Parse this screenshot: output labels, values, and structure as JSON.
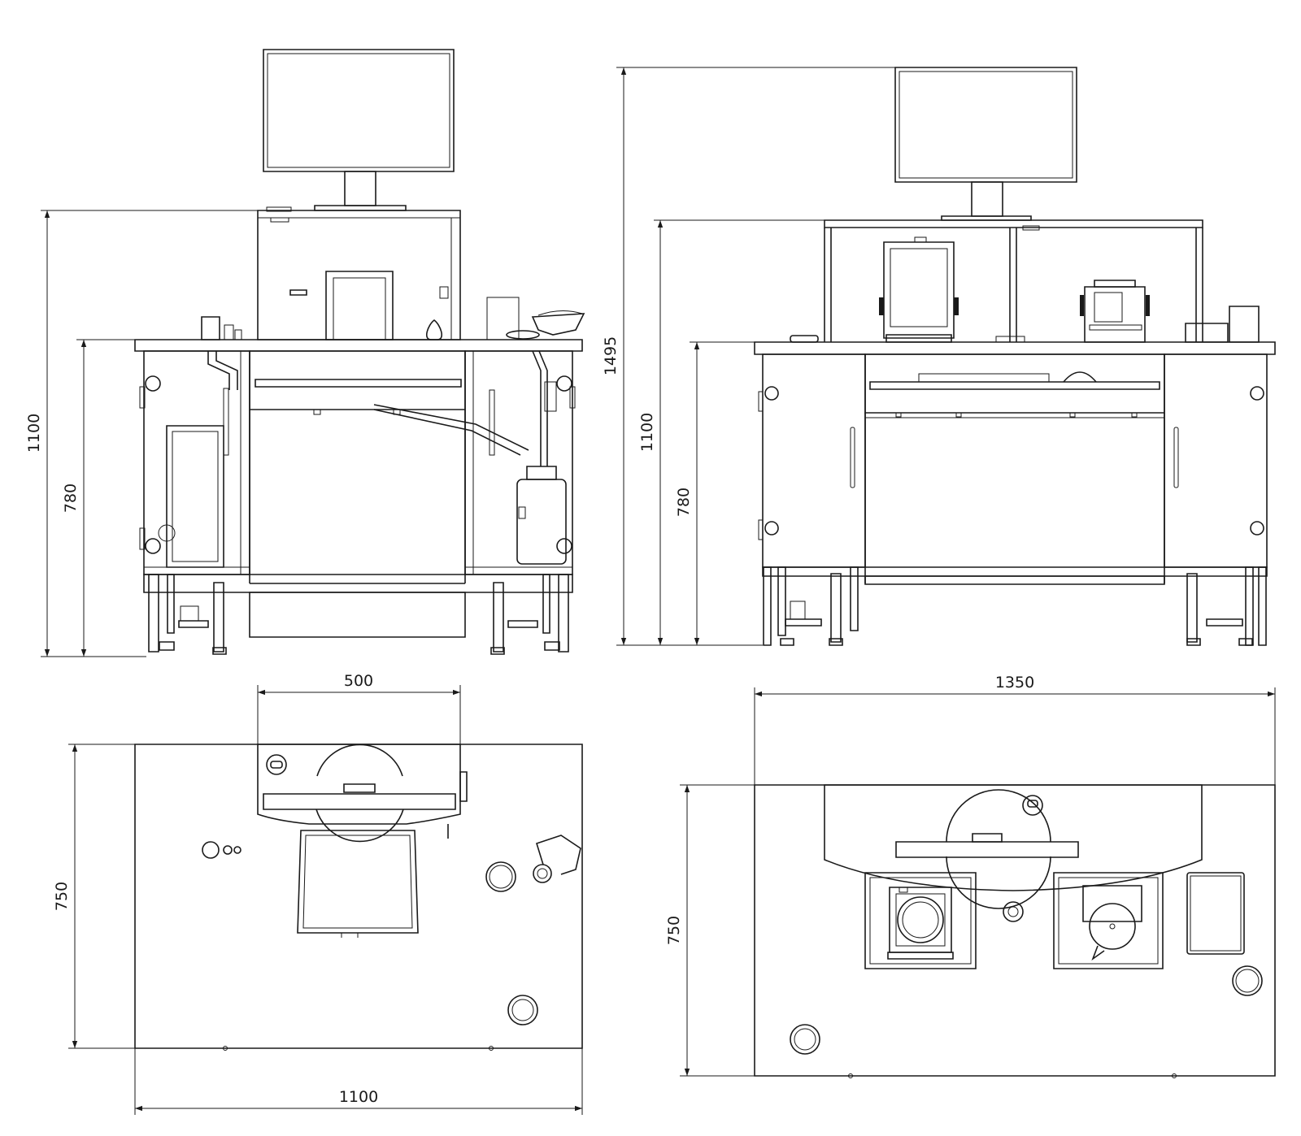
{
  "dimensions": {
    "front_height_total": "1100",
    "front_height_worktop": "780",
    "side_height_monitor": "1495",
    "side_height_total": "1100",
    "side_height_worktop": "780",
    "top_left_width_inner": "500",
    "top_left_width": "1100",
    "top_left_depth": "750",
    "top_right_width": "1350",
    "top_right_depth": "750"
  },
  "colors": {
    "line": "#1a1a1a",
    "background": "#ffffff"
  }
}
